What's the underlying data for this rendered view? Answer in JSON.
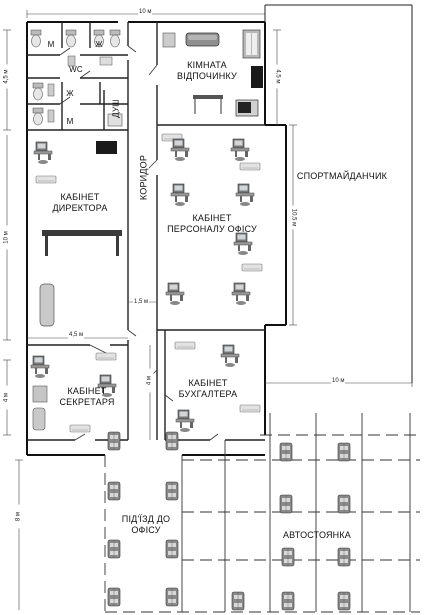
{
  "rooms": {
    "rest_room_line1": "КІМНАТА",
    "rest_room_line2": "ВІДПОЧИНКУ",
    "director_line1": "КАБІНЕТ",
    "director_line2": "ДИРЕКТОРА",
    "staff_line1": "КАБІНЕТ",
    "staff_line2": "ПЕРСОНАЛУ ОФІСУ",
    "secretary_line1": "КАБІНЕТ",
    "secretary_line2": "СЕКРЕТАРЯ",
    "accountant_line1": "КАБІНЕТ",
    "accountant_line2": "БУХГАЛТЕРА",
    "corridor": "КОРИДОР",
    "sports_ground": "СПОРТМАЙДАНЧИК",
    "entrance_line1": "ПІД'ЇЗД ДО",
    "entrance_line2": "ОФІСУ",
    "parking": "АВТОСТОЯНКА"
  },
  "wc": {
    "m1": "М",
    "zh1": "Ж",
    "wc": "WC",
    "zh2": "Ж",
    "m2": "М",
    "shower": "ДУШ"
  },
  "dimensions": {
    "top_width": "10 м",
    "wc_height": "4,5 м",
    "rest_height": "4,5 м",
    "director_height": "10 м",
    "staff_height": "10,5 м",
    "director_width": "4,5 м",
    "corridor_width": "1,5 м",
    "secretary_height": "4 м",
    "accountant_height": "4 м",
    "parking_width": "10 м",
    "entrance_height": "8 м"
  },
  "colors": {
    "wall": "#111111",
    "line": "#333333",
    "furniture": "#555555",
    "screen": "#1a1a1a"
  }
}
